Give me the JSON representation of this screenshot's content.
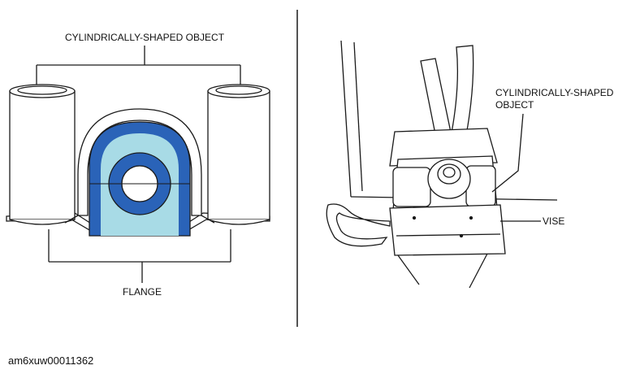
{
  "left_panel": {
    "top_label": "CYLINDRICALLY-SHAPED OBJECT",
    "bottom_label": "FLANGE"
  },
  "right_panel": {
    "label_cylinder_line1": "CYLINDRICALLY-SHAPED",
    "label_cylinder_line2": "OBJECT",
    "label_vise": "VISE"
  },
  "figure_code": "am6xuw00011362",
  "colors": {
    "bushing_dark_blue": "#2a63b8",
    "bushing_light_blue": "#a8dbe6",
    "line": "#1a1a1a"
  }
}
